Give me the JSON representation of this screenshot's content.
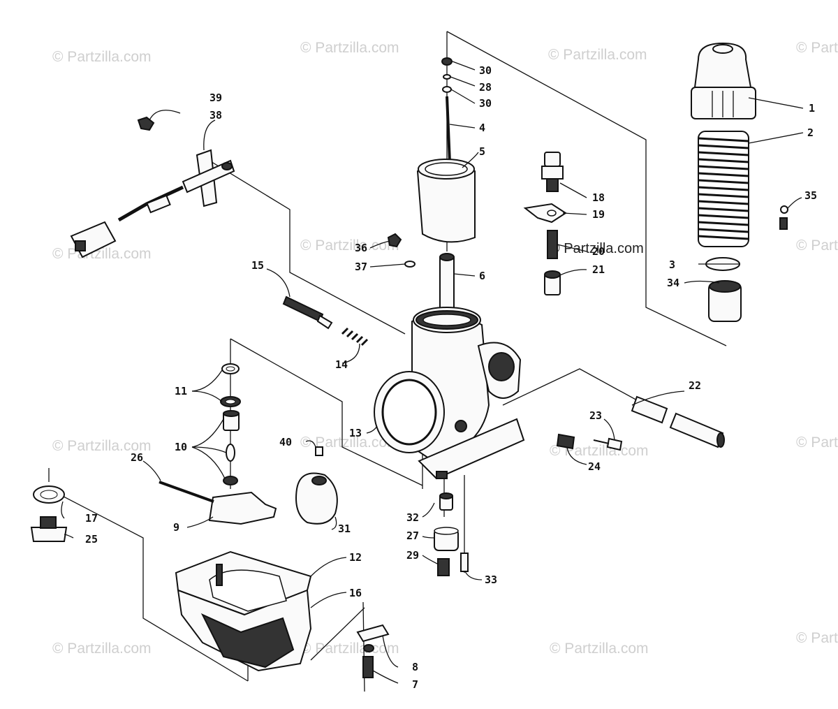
{
  "watermark": "© Partzilla.com",
  "callouts": {
    "c1": "1",
    "c2": "2",
    "c3": "3",
    "c4": "4",
    "c5": "5",
    "c6": "6",
    "c7": "7",
    "c8": "8",
    "c9": "9",
    "c10": "10",
    "c11": "11",
    "c12": "12",
    "c13": "13",
    "c14": "14",
    "c15": "15",
    "c16": "16",
    "c17": "17",
    "c18": "18",
    "c19": "19",
    "c20": "20",
    "c21": "21",
    "c22": "22",
    "c23": "23",
    "c24": "24",
    "c25": "25",
    "c26": "26",
    "c27": "27",
    "c28": "28",
    "c29": "29",
    "c30a": "30",
    "c30b": "30",
    "c31": "31",
    "c32": "32",
    "c33": "33",
    "c34": "34",
    "c35": "35",
    "c36": "36",
    "c37": "37",
    "c38": "38",
    "c39": "39",
    "c40": "40"
  }
}
